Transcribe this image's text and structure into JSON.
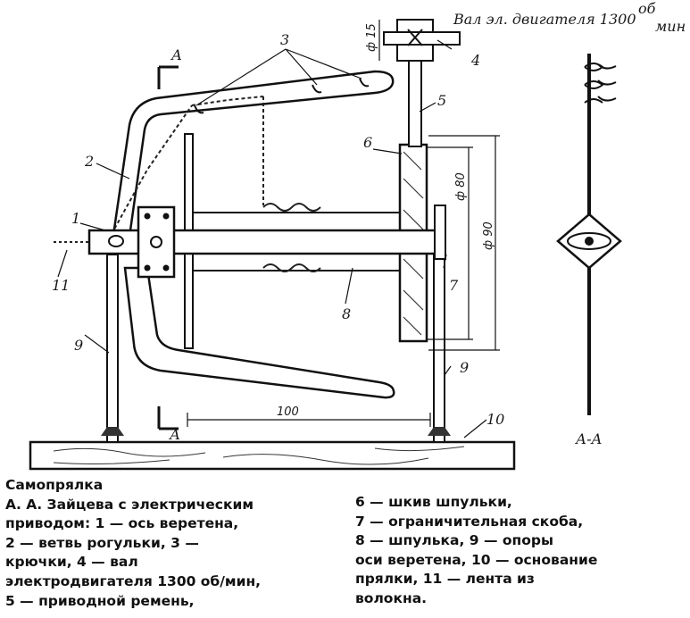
{
  "figure": {
    "motor_shaft_label": "Вал эл. двигателя 1300",
    "motor_speed_unit_top": "об",
    "motor_speed_unit_bottom": "мин",
    "section_mark": "А",
    "section_view_label": "А-А",
    "dimensions": {
      "pulley_diameter": "ф 15",
      "inner_diameter": "ф 80",
      "outer_diameter": "ф 90",
      "length": "100"
    },
    "callouts": [
      "1",
      "2",
      "3",
      "4",
      "5",
      "6",
      "7",
      "8",
      "9",
      "9",
      "10",
      "11"
    ]
  },
  "caption": {
    "left_lines": [
      "Самопрялка",
      "А. А. Зайцева с электрическим",
      "приводом: 1 — ось веретена,",
      "2 — ветвь рогульки, 3 —",
      "крючки, 4 — вал",
      "электродвигателя 1300 об/мин,",
      "5 — приводной ремень,"
    ],
    "right_lines": [
      "6 — шкив шпульки,",
      "7 — ограничительная скоба,",
      "8 — шпулька, 9 — опоры",
      "оси веретена, 10 — основание",
      "прялки, 11 — лента из",
      "волокна."
    ]
  }
}
